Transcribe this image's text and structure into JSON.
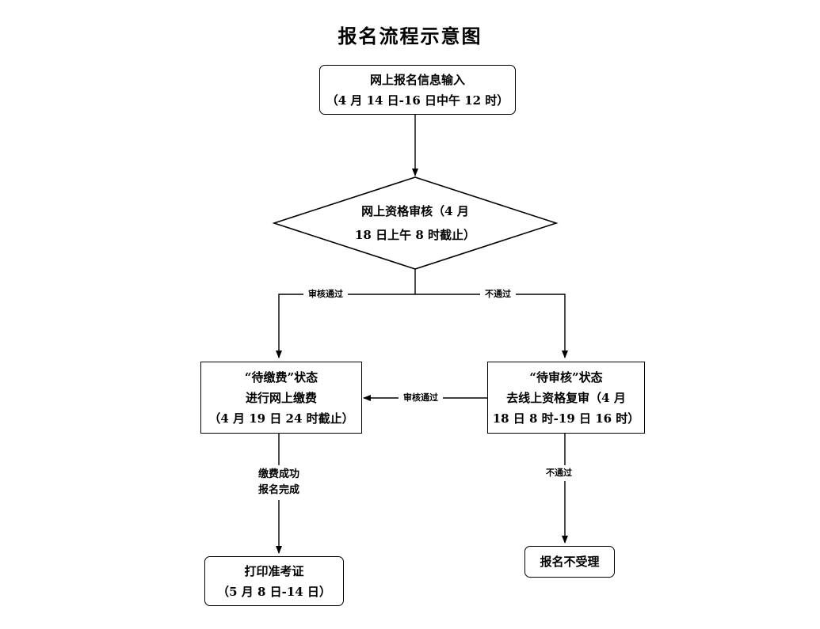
{
  "title": "报名流程示意图",
  "nodes": {
    "start": {
      "line1": "网上报名信息输入",
      "line2": "（4 月 14 日-16 日中午 12 时）"
    },
    "review": {
      "line1": "网上资格审核（4 月",
      "line2": "18 日上午 8 时截止）"
    },
    "pending_payment": {
      "line1": "“待缴费”状态",
      "line2": "进行网上缴费",
      "line3": "（4 月 19 日 24 时截止）"
    },
    "pending_review": {
      "line1": "“待审核”状态",
      "line2": "去线上资格复审（4 月",
      "line3": "18 日 8 时-19 日 16 时）"
    },
    "print_ticket": {
      "line1": "打印准考证",
      "line2": "（5 月 8 日-14 日）"
    },
    "rejected": {
      "line1": "报名不受理"
    }
  },
  "edges": {
    "review_pass": "审核通过",
    "review_fail": "不通过",
    "recheck_pass": "审核通过",
    "recheck_fail": "不通过",
    "payment_done_line1": "缴费成功",
    "payment_done_line2": "报名完成"
  }
}
